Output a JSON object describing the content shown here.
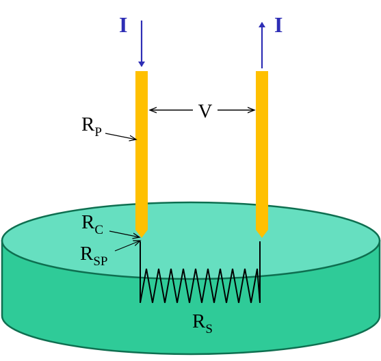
{
  "labels": {
    "current_in": "I",
    "current_out": "I",
    "voltage": "V",
    "probe_resistance": {
      "main": "R",
      "sub": "P"
    },
    "contact_resistance": {
      "main": "R",
      "sub": "C"
    },
    "spreading_resistance": {
      "main": "R",
      "sub": "SP"
    },
    "sheet_resistance": {
      "main": "R",
      "sub": "S"
    }
  },
  "colors": {
    "background": "#ffffff",
    "disc_top": "#66dfc0",
    "disc_side": "#2fcb98",
    "disc_edge": "#0e6f50",
    "probe": "#ffc000",
    "current_arrow": "#2e2eb5",
    "current_label": "#2e2eb5",
    "line": "#000000"
  },
  "icons": {
    "current_in_arrow": "arrow-down-icon",
    "current_out_arrow": "arrow-up-icon",
    "voltage_arrow": "double-headed-arrow-icon",
    "resistor": "zigzag-resistor-icon"
  }
}
